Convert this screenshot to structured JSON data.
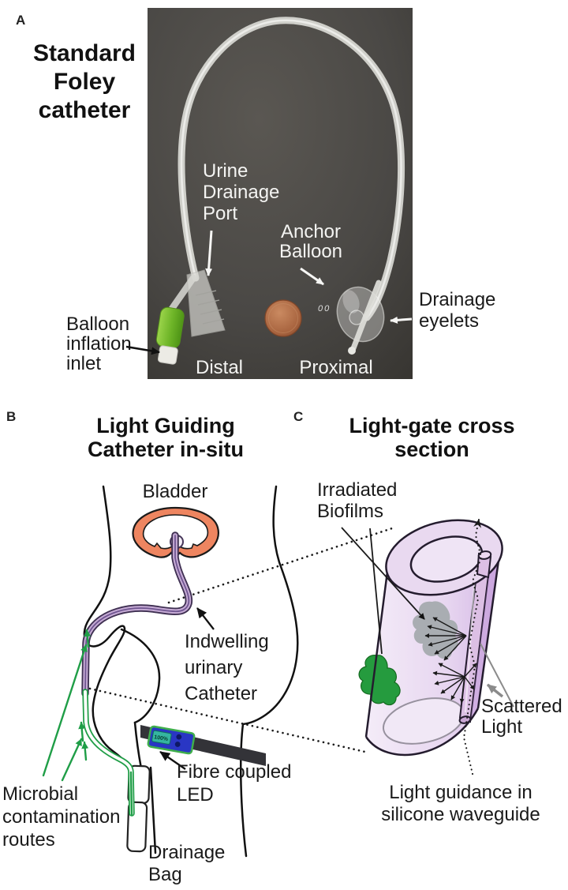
{
  "figure": {
    "panel_a": {
      "tag": "A",
      "title_lines": [
        "Standard",
        "Foley",
        "catheter"
      ],
      "photo": {
        "urine_port_lines": [
          "Urine",
          "Drainage",
          "Port"
        ],
        "anchor_balloon_lines": [
          "Anchor",
          "Balloon"
        ],
        "distal": "Distal",
        "proximal": "Proximal",
        "eyelet_marks": "00"
      },
      "balloon_inlet_lines": [
        "Balloon",
        "inflation",
        "inlet"
      ],
      "drainage_eyelets_lines": [
        "Drainage",
        "eyelets"
      ]
    },
    "panel_b": {
      "tag": "B",
      "title_lines": [
        "Light Guiding",
        "Catheter in-situ"
      ],
      "bladder_label": "Bladder",
      "indwelling_lines": [
        "Indwelling",
        "urinary",
        "Catheter"
      ],
      "fibre_led_lines": [
        "Fibre coupled",
        "LED"
      ],
      "microbial_lines": [
        "Microbial",
        "contamination",
        "routes"
      ],
      "drainage_bag_lines": [
        "Drainage",
        "Bag"
      ],
      "led_screen_text": "100%"
    },
    "panel_c": {
      "tag": "C",
      "title_lines": [
        "Light-gate cross",
        "section"
      ],
      "irradiated_lines": [
        "Irradiated",
        "Biofilms"
      ],
      "scattered_lines": [
        "Scattered",
        "Light"
      ],
      "guidance_lines": [
        "Light guidance in",
        "silicone waveguide"
      ]
    },
    "colors": {
      "bladder_orange": "#ee8560",
      "catheter_fill_purple": "#c6abd5",
      "catheter_outline_purple": "#3f3052",
      "route_green": "#1f9e47",
      "cylinder_lavender": "#e9d9f0",
      "waveguide_purple": "#dcbfe4",
      "biofilm_gray": "#a9adb2",
      "biofilm_green": "#259b3e",
      "led_blue": "#2936c4",
      "led_border_green": "#3fae4c",
      "led_screen_teal": "#35b5a0",
      "strap_gray": "#333338",
      "photo_background": "#4a4846",
      "penny_copper": "#b06a48",
      "label_white": "#ffffff",
      "label_black": "#1a1a1a"
    }
  }
}
